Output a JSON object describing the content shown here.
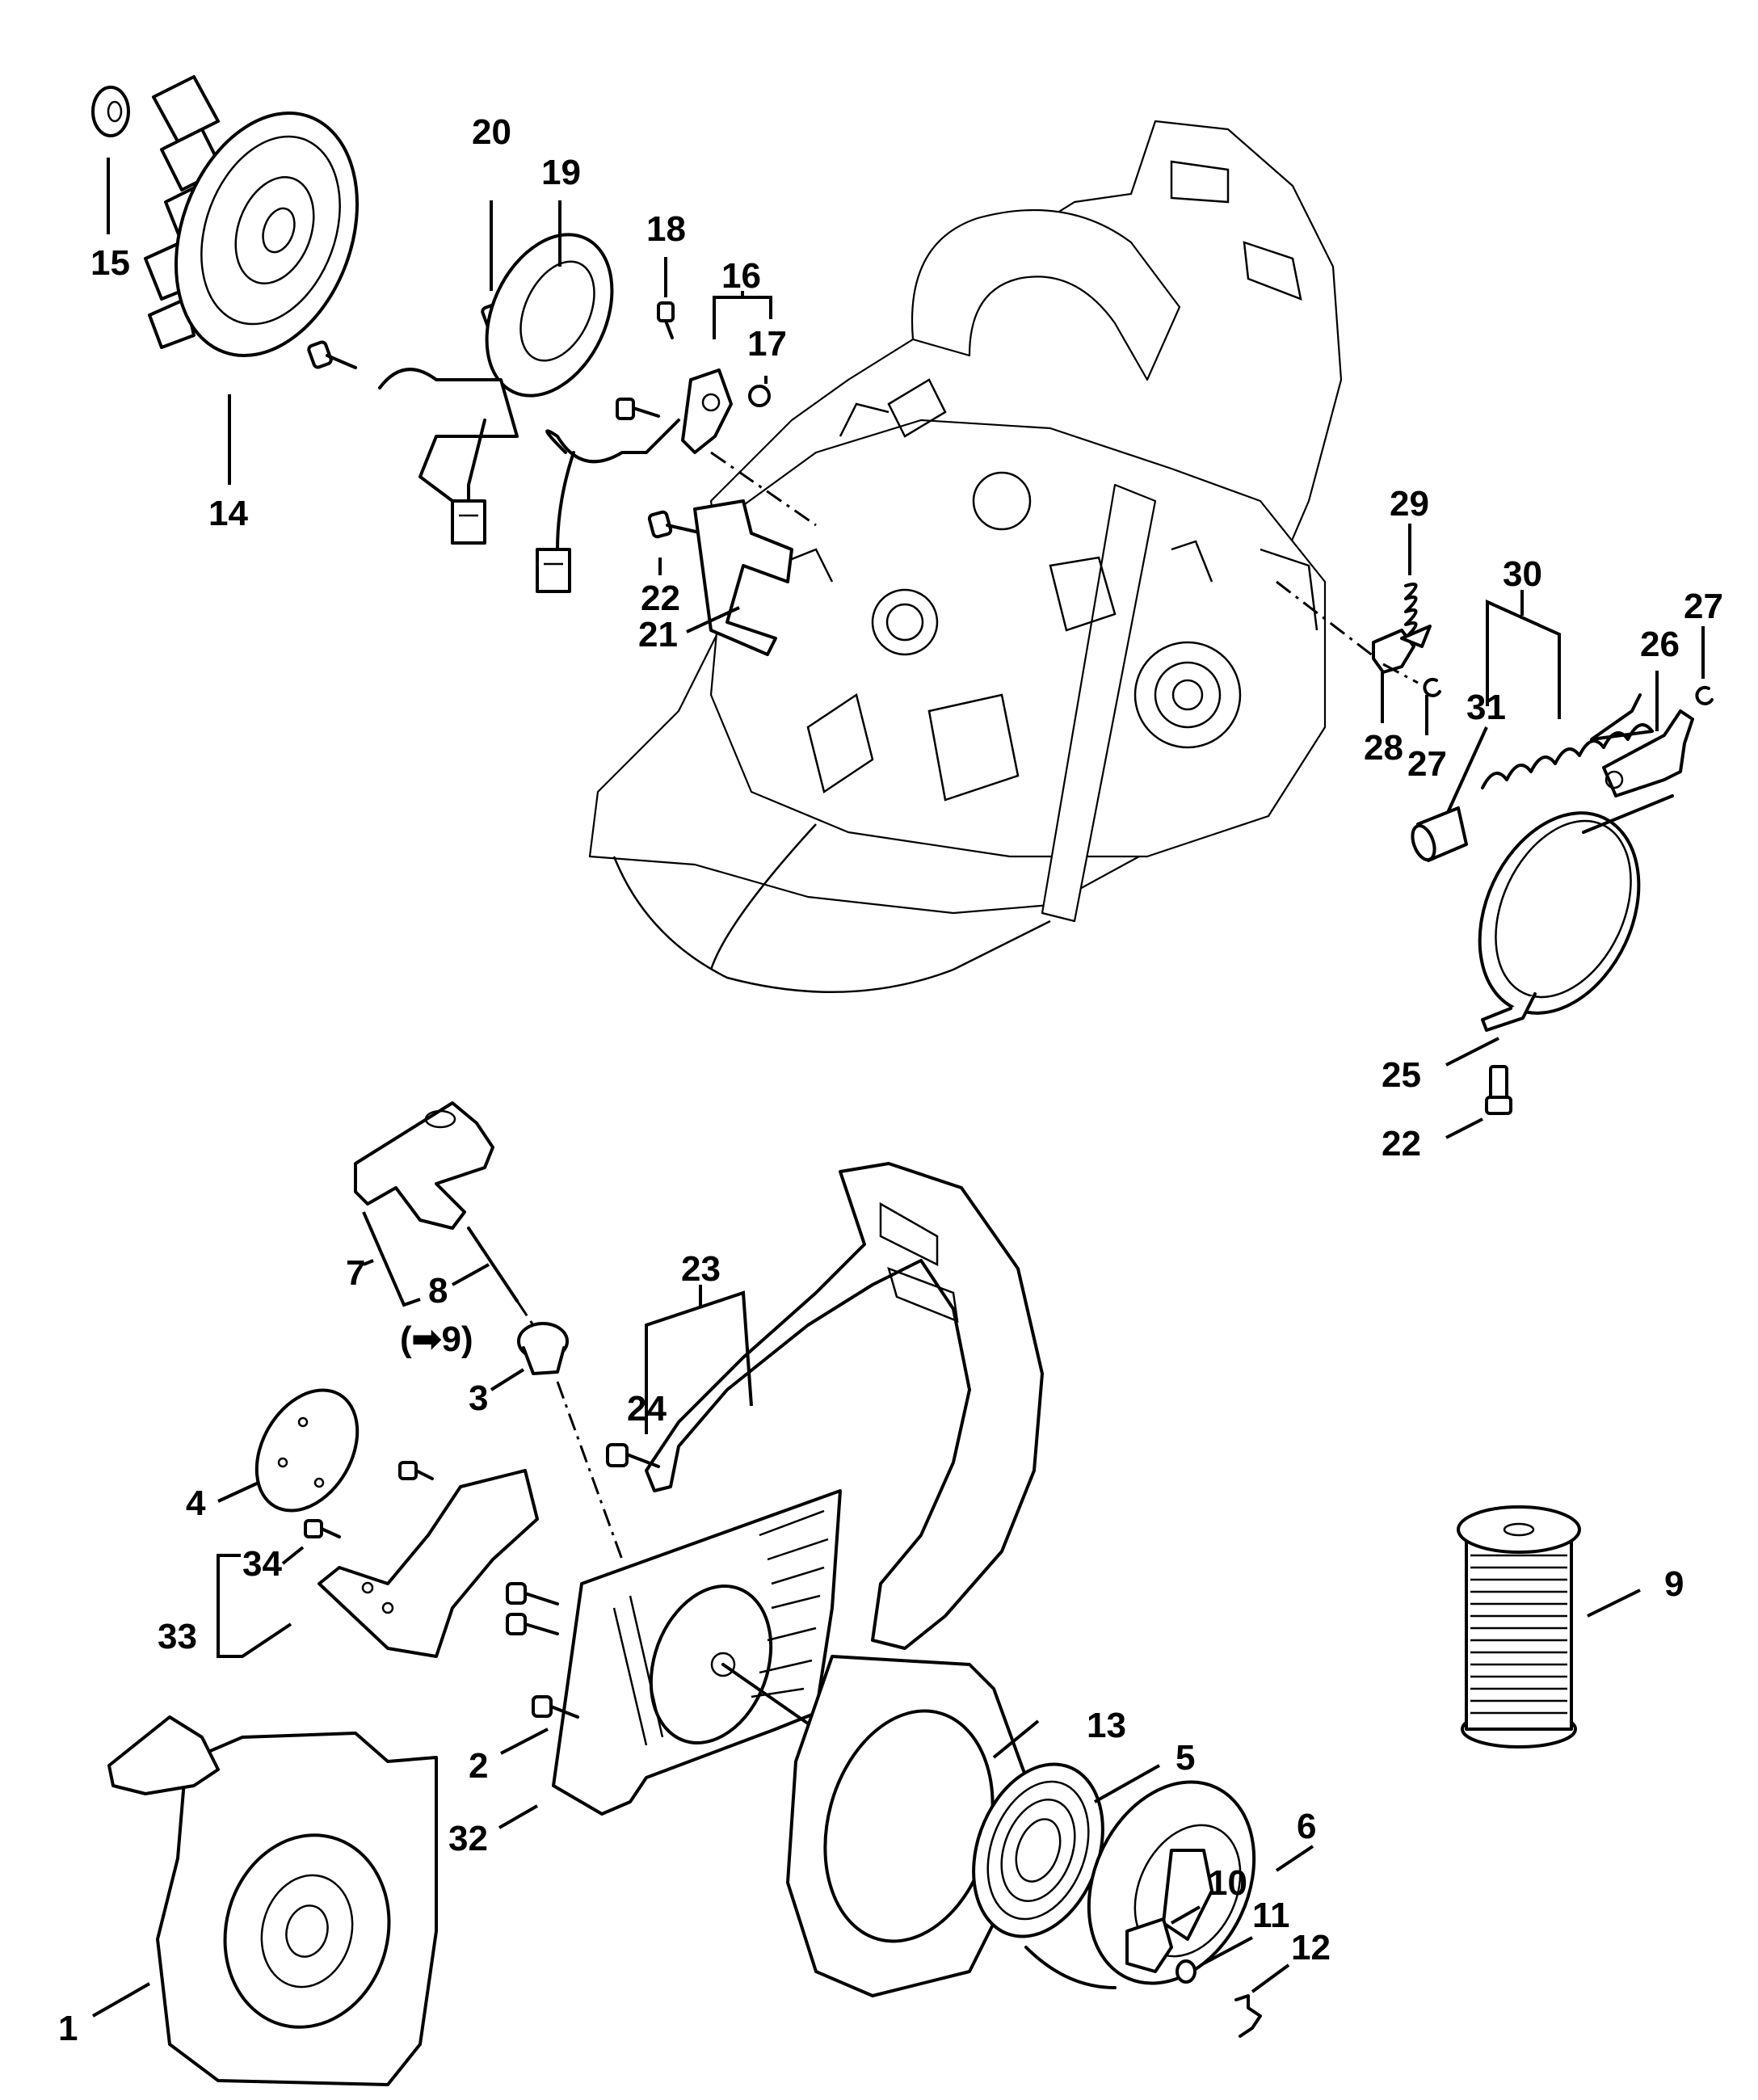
{
  "diagram": {
    "callouts": {
      "c1": "1",
      "c2": "2",
      "c3": "3",
      "c4": "4",
      "c5": "5",
      "c6": "6",
      "c7": "7",
      "c8": "8",
      "c8_ref": "(➡9)",
      "c9": "9",
      "c10": "10",
      "c11": "11",
      "c12": "12",
      "c13": "13",
      "c14": "14",
      "c15": "15",
      "c16": "16",
      "c17": "17",
      "c18": "18",
      "c19": "19",
      "c20": "20",
      "c21": "21",
      "c22a": "22",
      "c22b": "22",
      "c23": "23",
      "c24": "24",
      "c25": "25",
      "c26": "26",
      "c27a": "27",
      "c27b": "27",
      "c28": "28",
      "c29": "29",
      "c30": "30",
      "c31": "31",
      "c32": "32",
      "c33": "33",
      "c34": "34"
    }
  }
}
